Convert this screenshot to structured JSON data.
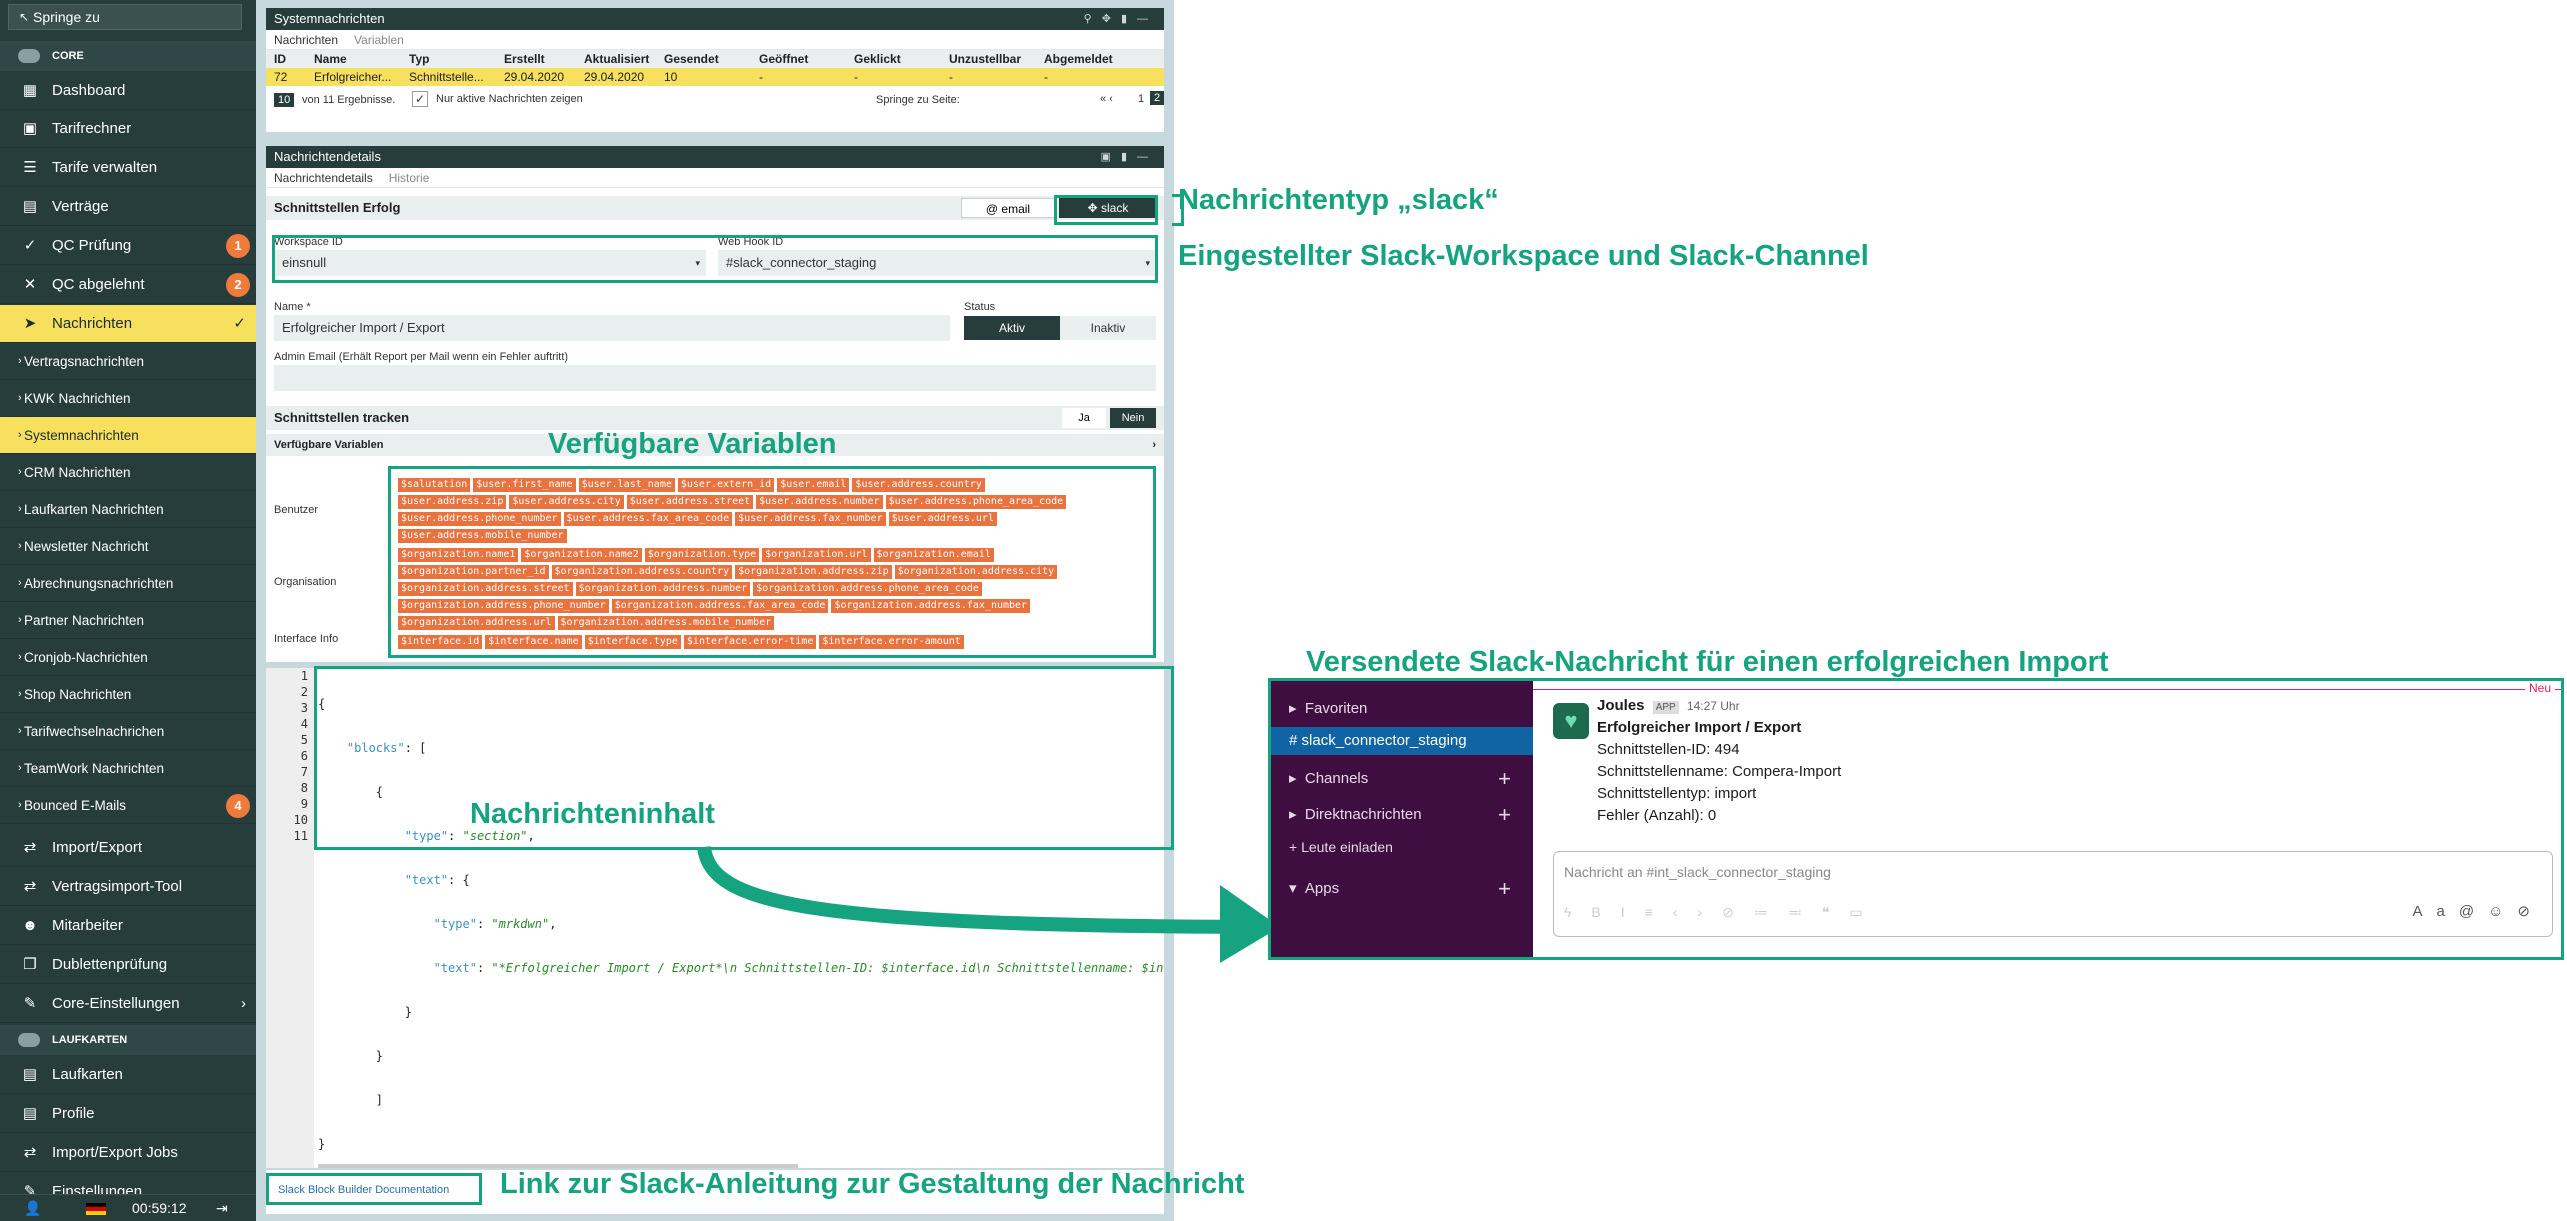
{
  "sidebar": {
    "jump": "Springe zu",
    "core": "CORE",
    "laufkarten": "LAUFKARTEN",
    "items": [
      {
        "label": "Dashboard"
      },
      {
        "label": "Tarifrechner"
      },
      {
        "label": "Tarife verwalten"
      },
      {
        "label": "Verträge"
      },
      {
        "label": "QC Prüfung",
        "badge": "1"
      },
      {
        "label": "QC abgelehnt",
        "badge": "2"
      },
      {
        "label": "Nachrichten"
      }
    ],
    "subitems": [
      {
        "label": "Vertragsnachrichten"
      },
      {
        "label": "KWK Nachrichten"
      },
      {
        "label": "Systemnachrichten"
      },
      {
        "label": "CRM Nachrichten"
      },
      {
        "label": "Laufkarten Nachrichten"
      },
      {
        "label": "Newsletter Nachricht"
      },
      {
        "label": "Abrechnungsnachrichten"
      },
      {
        "label": "Partner Nachrichten"
      },
      {
        "label": "Cronjob-Nachrichten"
      },
      {
        "label": "Shop Nachrichten"
      },
      {
        "label": "Tarifwechselnachrichen"
      },
      {
        "label": "TeamWork Nachrichten"
      },
      {
        "label": "Bounced E-Mails",
        "badge": "4"
      }
    ],
    "items2": [
      {
        "label": "Import/Export"
      },
      {
        "label": "Vertragsimport-Tool"
      },
      {
        "label": "Mitarbeiter"
      },
      {
        "label": "Dublettenprüfung"
      },
      {
        "label": "Core-Einstellungen"
      }
    ],
    "items3": [
      {
        "label": "Laufkarten"
      },
      {
        "label": "Profile"
      },
      {
        "label": "Import/Export Jobs"
      },
      {
        "label": "Einstellungen"
      }
    ],
    "time": "00:59:12"
  },
  "sys": {
    "title": "Systemnachrichten",
    "tab1": "Nachrichten",
    "tab2": "Variablen",
    "columns": [
      "ID",
      "Name",
      "Typ",
      "Erstellt",
      "Aktualisiert",
      "Gesendet",
      "Geöffnet",
      "Geklickt",
      "Unzustellbar",
      "Abgemeldet"
    ],
    "row": [
      "72",
      "Erfolgreicher...",
      "Schnittstelle...",
      "29.04.2020",
      "29.04.2020",
      "10",
      "-",
      "-",
      "-",
      "-"
    ],
    "perpage": "10",
    "count": "von 11 Ergebnisse.",
    "only_active": "Nur aktive Nachrichten zeigen",
    "jump": "Springe zu Seite:",
    "pages": [
      "1",
      "2"
    ]
  },
  "detail": {
    "title": "Nachrichtendetails",
    "tab1": "Nachrichtendetails",
    "tab2": "Historie",
    "section": "Schnittstellen Erfolg",
    "email": "email",
    "slack": "slack",
    "ws_label": "Workspace ID",
    "ws_value": "einsnull",
    "hook_label": "Web Hook ID",
    "hook_value": "#slack_connector_staging",
    "name_label": "Name *",
    "name_value": "Erfolgreicher Import / Export",
    "status_label": "Status",
    "aktiv": "Aktiv",
    "inaktiv": "Inaktiv",
    "admin_label": "Admin Email (Erhält Report per Mail wenn ein Fehler auftritt)",
    "track": "Schnittstellen tracken",
    "ja": "Ja",
    "nein": "Nein",
    "vars_title": "Verfügbare Variablen",
    "benutzer": "Benutzer",
    "organisation": "Organisation",
    "interface": "Interface Info",
    "vars_user": [
      [
        "$salutation",
        "$user.first_name",
        "$user.last_name",
        "$user.extern_id",
        "$user.email",
        "$user.address.country"
      ],
      [
        "$user.address.zip",
        "$user.address.city",
        "$user.address.street",
        "$user.address.number",
        "$user.address.phone_area_code"
      ],
      [
        "$user.address.phone_number",
        "$user.address.fax_area_code",
        "$user.address.fax_number",
        "$user.address.url"
      ],
      [
        "$user.address.mobile_number"
      ]
    ],
    "vars_org": [
      [
        "$organization.name1",
        "$organization.name2",
        "$organization.type",
        "$organization.url",
        "$organization.email"
      ],
      [
        "$organization.partner_id",
        "$organization.address.country",
        "$organization.address.zip",
        "$organization.address.city"
      ],
      [
        "$organization.address.street",
        "$organization.address.number",
        "$organization.address.phone_area_code"
      ],
      [
        "$organization.address.phone_number",
        "$organization.address.fax_area_code",
        "$organization.address.fax_number"
      ],
      [
        "$organization.address.url",
        "$organization.address.mobile_number"
      ]
    ],
    "vars_if": [
      [
        "$interface.id",
        "$interface.name",
        "$interface.type",
        "$interface.error-time",
        "$interface.error-amount"
      ]
    ],
    "doc_link": "Slack Block Builder Documentation"
  },
  "code": {
    "lines": [
      "1",
      "2",
      "3",
      "4",
      "5",
      "6",
      "7",
      "8",
      "9",
      "10",
      "11"
    ],
    "l1": "{",
    "l2a": "    \"blocks\"",
    "l2b": ": [",
    "l3": "        {",
    "l4a": "            \"type\"",
    "l4b": ": ",
    "l4c": "\"section\"",
    "l4d": ",",
    "l5a": "            \"text\"",
    "l5b": ": {",
    "l6a": "                \"type\"",
    "l6b": ": ",
    "l6c": "\"mrkdwn\"",
    "l6d": ",",
    "l7a": "                \"text\"",
    "l7b": ": ",
    "l7c": "\"*Erfolgreicher Import / Export*\\n Schnittstellen-ID: $interface.id\\n Schnittstellenname: $int",
    "l8": "            }",
    "l9": "        }",
    "l10": "        ]",
    "l11": "}"
  },
  "notes": {
    "typ": "Nachrichtentyp „slack“",
    "ws": "Eingestellter Slack-Workspace und Slack-Channel",
    "vars": "Verfügbare Variablen",
    "inhalt": "Nachrichteninhalt",
    "sent": "Versendete Slack-Nachricht für einen erfolgreichen Import",
    "link": "Link zur Slack-Anleitung zur Gestaltung der Nachricht"
  },
  "slack": {
    "favoriten": "Favoriten",
    "channel": "slack_connector_staging",
    "channels": "Channels",
    "dm": "Direktnachrichten",
    "invite": "Leute einladen",
    "apps": "Apps",
    "neu": "Neu",
    "sender": "Joules",
    "app": "APP",
    "time": "14:27 Uhr",
    "m1": "Erfolgreicher Import / Export",
    "m2": "Schnittstellen-ID: 494",
    "m3": "Schnittstellenname: Compera-Import",
    "m4": "Schnittstellentyp: import",
    "m5": "Fehler (Anzahl): 0",
    "placeholder": "Nachricht an #int_slack_connector_staging"
  },
  "colors": {
    "accent": "#16a37f",
    "sidebar": "#263d3c",
    "highlight": "#f6e05e",
    "badge": "#ef7b3a",
    "slack_sidebar": "#3f0e40"
  }
}
